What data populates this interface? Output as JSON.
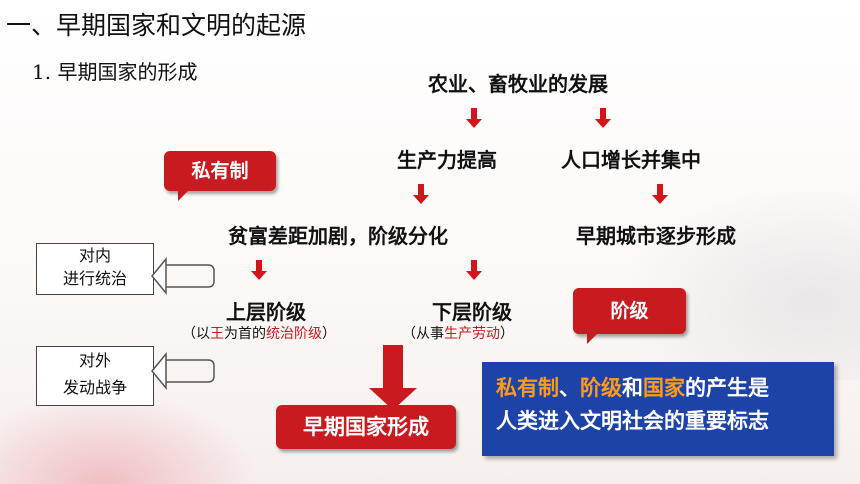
{
  "header": {
    "title": "一、早期国家和文明的起源",
    "subtitle": "1. 早期国家的形成"
  },
  "nodes": {
    "agri": "农业、畜牧业的发展",
    "productivity": "生产力提高",
    "population": "人口增长并集中",
    "wealth_gap": "贫富差距加剧，阶级分化",
    "early_city": "早期城市逐步形成",
    "upper_class": "上层阶级",
    "lower_class": "下层阶级"
  },
  "upper_note": {
    "open": "（以",
    "king": "王",
    "mid": "为首的",
    "rule": "统治阶级",
    "close": "）"
  },
  "lower_note": {
    "open": "（从事",
    "labor": "生产劳动",
    "close": "）"
  },
  "badges": {
    "private": "私有制",
    "class": "阶级",
    "result": "早期国家形成"
  },
  "side_boxes": {
    "internal": {
      "line1": "对内",
      "line2": "进行统治"
    },
    "external": {
      "line1": "对外",
      "line2": "发动战争"
    }
  },
  "conclusion": {
    "w1": "私有制",
    "sep1": "、",
    "w2": "阶级",
    "sep2": "和",
    "w3": "国家",
    "rest1": "的产生是",
    "line2": "人类进入文明社会的重要标志"
  },
  "colors": {
    "accent_red": "#c81a1f",
    "arrow_red": "#d3141b",
    "conclusion_bg": "#1d43a8",
    "highlight_orange": "#ff9a1a"
  }
}
